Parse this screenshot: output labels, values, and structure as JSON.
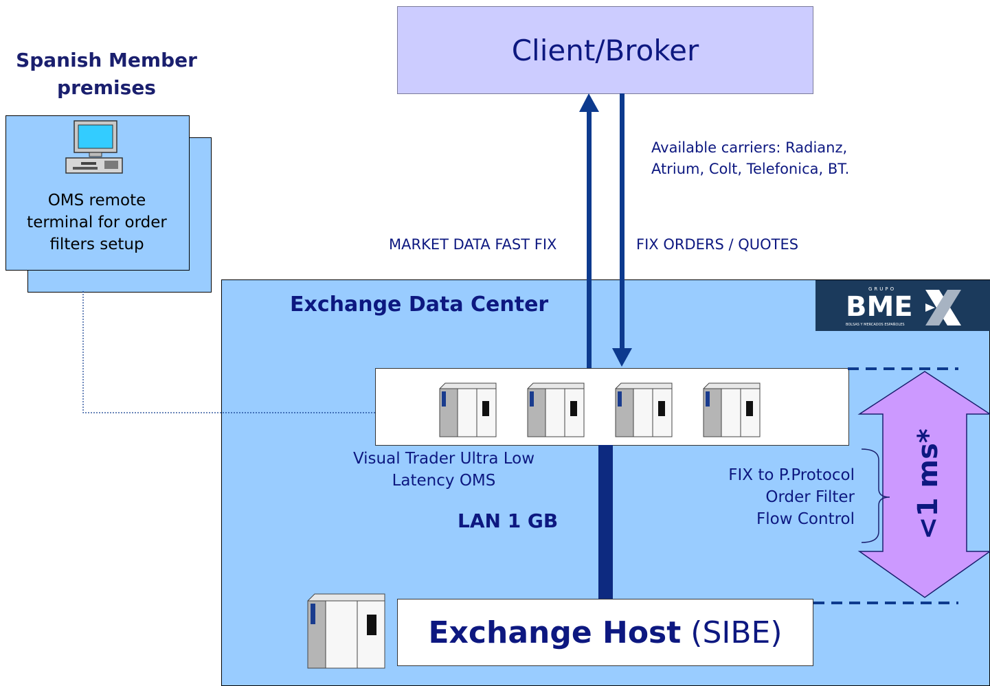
{
  "member": {
    "title_line1": "Spanish Member",
    "title_line2": "premises",
    "terminal_line1": "OMS remote",
    "terminal_line2": "terminal for order",
    "terminal_line3": "filters setup"
  },
  "client": {
    "label": "Client/Broker"
  },
  "carriers": {
    "line1": "Available carriers: Radianz,",
    "line2": "Atrium, Colt, Telefonica, BT."
  },
  "links": {
    "market_data": "MARKET DATA FAST FIX",
    "orders": "FIX ORDERS / QUOTES"
  },
  "datacenter": {
    "title": "Exchange Data Center",
    "logo": {
      "small": "GRUPO",
      "main": "BME",
      "sub": "BOLSAS Y MERCADOS ESPAÑOLES"
    }
  },
  "oms": {
    "line1": "Visual Trader Ultra Low",
    "line2": "Latency OMS"
  },
  "lan": {
    "label": "LAN 1 GB"
  },
  "filters": {
    "line1": "FIX to P.Protocol",
    "line2": "Order Filter",
    "line3": "Flow Control"
  },
  "latency": {
    "label": "<1 ms*"
  },
  "host": {
    "bold": "Exchange Host",
    "suffix": "(SIBE)"
  },
  "colors": {
    "navy": "#0d1880",
    "arrow_blue": "#0d3a8e",
    "datacenter_bg": "#99ccff",
    "client_bg": "#ccccff",
    "latency_arrow": "#cc99ff",
    "logo_bg": "#1b3a5c"
  }
}
